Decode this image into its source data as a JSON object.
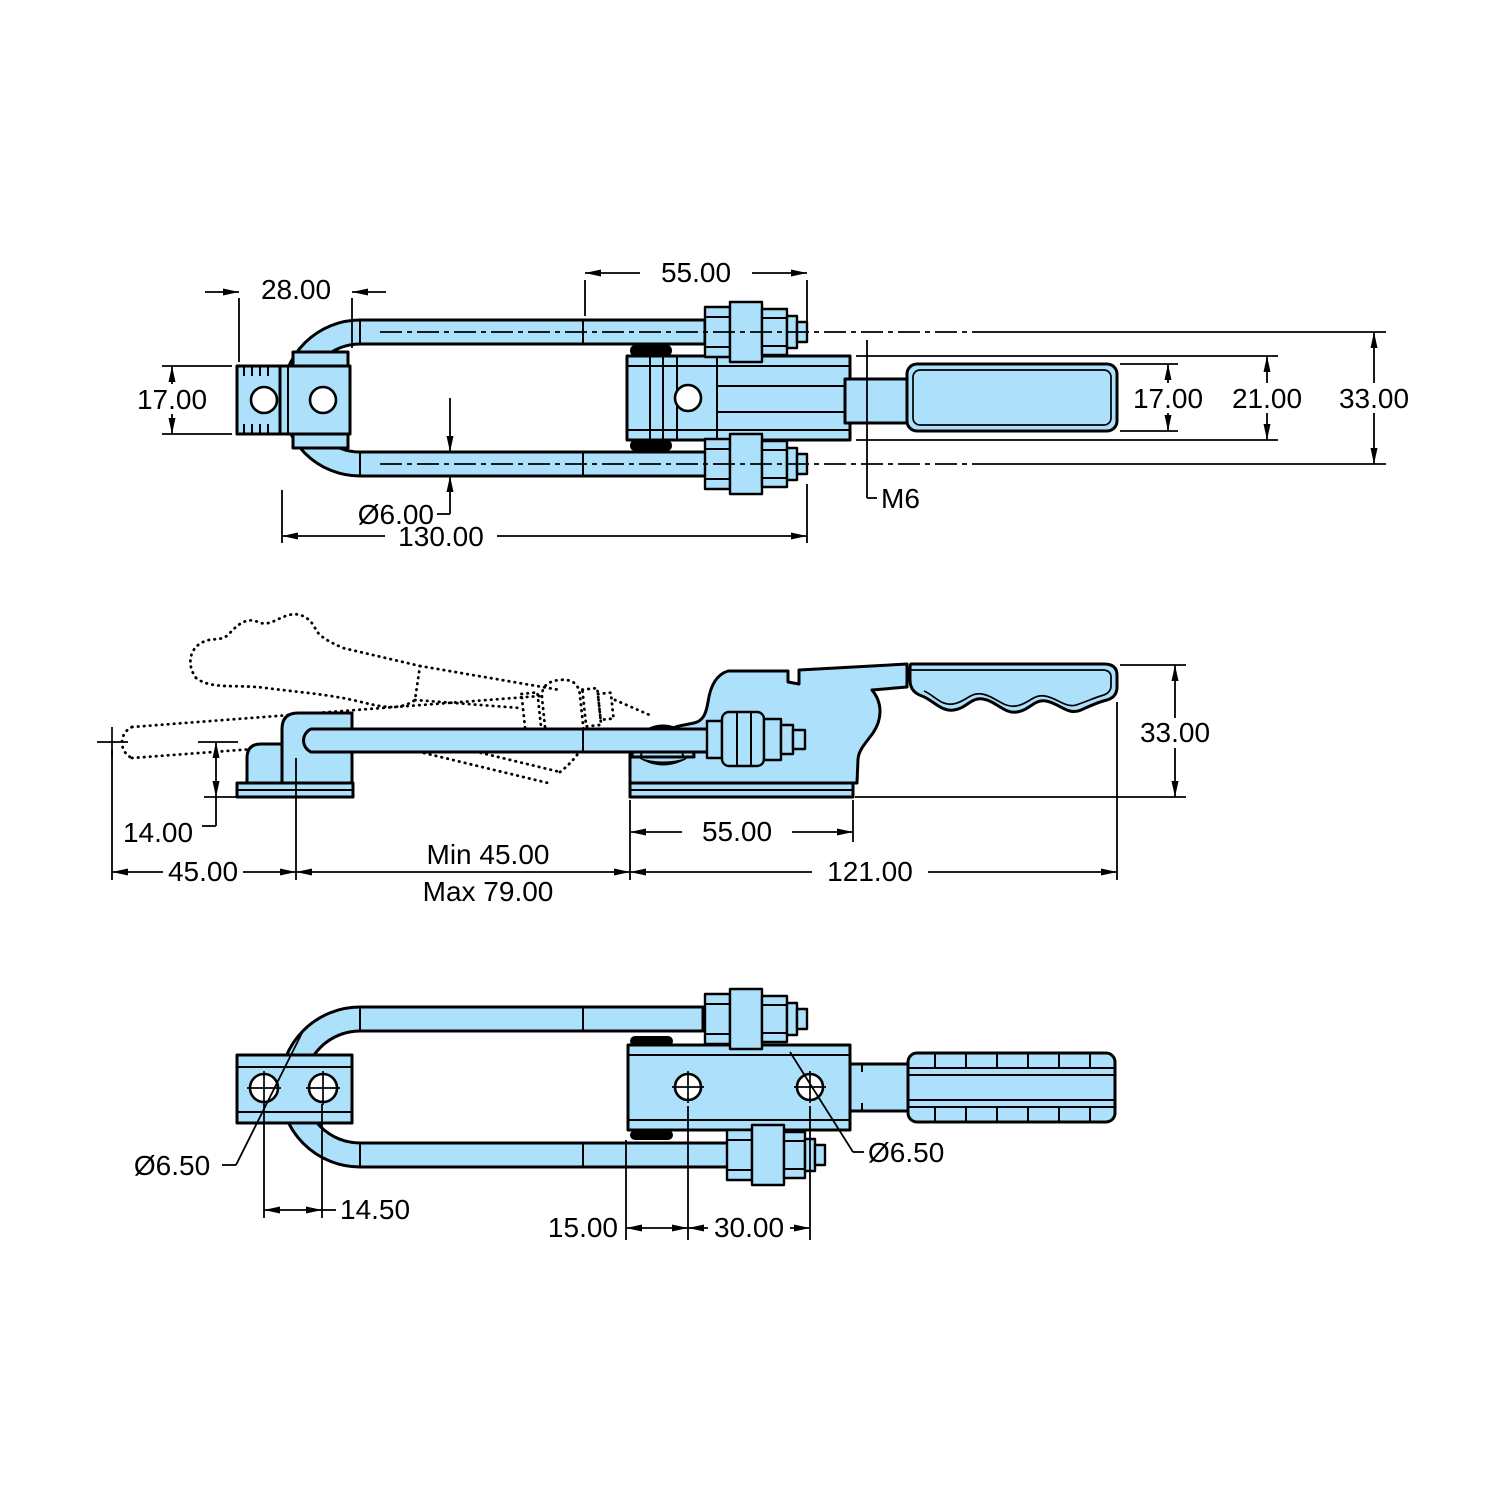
{
  "drawing": {
    "kind": "engineering-drawing",
    "subject": "latch-type toggle clamp, three orthographic views",
    "colors": {
      "part_fill": "#ade0fa",
      "line": "#000000",
      "background": "#ffffff"
    },
    "views": {
      "top": {
        "name": "top-view",
        "labels": {
          "w28": "28.00",
          "l55": "55.00",
          "h17_left": "17.00",
          "dia_rod": "Ø6.00",
          "l130": "130.00",
          "thread": "M6",
          "h17_grip": "17.00",
          "h21_body": "21.00",
          "h33_span": "33.00"
        }
      },
      "side": {
        "name": "side-view",
        "labels": {
          "h14": "14.00",
          "l45": "45.00",
          "travel_min": "Min 45.00",
          "travel_max": "Max 79.00",
          "base55": "55.00",
          "l121": "121.00",
          "h33": "33.00"
        }
      },
      "bottom": {
        "name": "bottom-view",
        "labels": {
          "dia_left": "Ø6.50",
          "s1450": "14.50",
          "s15": "15.00",
          "s30": "30.00",
          "dia_right": "Ø6.50"
        }
      }
    }
  }
}
